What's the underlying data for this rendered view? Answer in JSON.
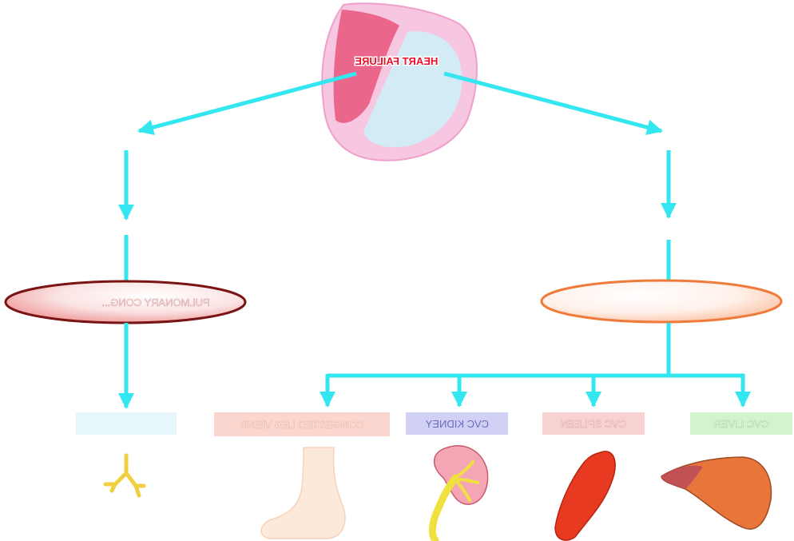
{
  "root": {
    "label": "HEART FAILURE"
  },
  "left_branch": {
    "label": "PULMONARY CONG..."
  },
  "right_branch": {
    "label": ""
  },
  "organs": [
    {
      "key": "lungs",
      "label": "",
      "color": "#c9ecf7"
    },
    {
      "key": "legs",
      "label": "CONGESTED LEG VEINS",
      "color": "#f9c8bd"
    },
    {
      "key": "kidney",
      "label": "CVC KIDNEY",
      "color": "#c9c9f5"
    },
    {
      "key": "spleen",
      "label": "CVC SPLEEN",
      "color": "#f7c9cb"
    },
    {
      "key": "liver",
      "label": "CVC LIVER",
      "color": "#c9f2c4"
    }
  ],
  "colors": {
    "arrow": "#33e6f0",
    "heart_outer": "#f7c6e0",
    "heart_red": "#e8557a",
    "heart_blue": "#cdeef7",
    "root_text": "#e8102a",
    "left_ellipse": "#f5b4b4",
    "left_ellipse_edge": "#7a1414",
    "right_ellipse": "#fdd6c4",
    "right_ellipse_edge": "#f07a3a"
  },
  "icons": [
    "heart-icon",
    "bronchi-icon",
    "foot-icon",
    "kidney-icon",
    "spleen-icon",
    "liver-icon"
  ]
}
